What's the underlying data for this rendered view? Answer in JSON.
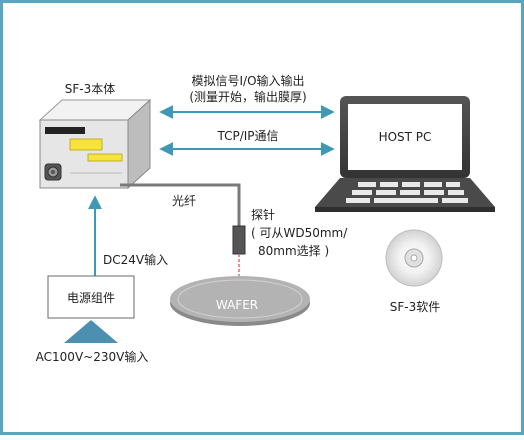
{
  "labels": {
    "sf3_main_unit": "SF-3本体",
    "io_signal_line1": "模拟信号I/O输入输出",
    "io_signal_line2": "(测量开始，输出膜厚)",
    "tcpip": "TCP/IP通信",
    "host_pc": "HOST PC",
    "optical_fiber": "光纤",
    "probe_line1": "探针",
    "probe_line2": "( 可从WD50mm/",
    "probe_line3": "80mm选择 )",
    "dc24v_input": "DC24V输入",
    "power_module": "电源组件",
    "ac_input": "AC100V~230V输入",
    "wafer": "WAFER",
    "sf3_software": "SF-3软件"
  },
  "colors": {
    "frame": "#5aa6c2",
    "arrow": "#3e98b6",
    "wafer_fill": "#b3b3b3",
    "laser": "#e8677a",
    "display_yellow": "#f6e33b",
    "input_arrow": "#4d8fb0"
  }
}
